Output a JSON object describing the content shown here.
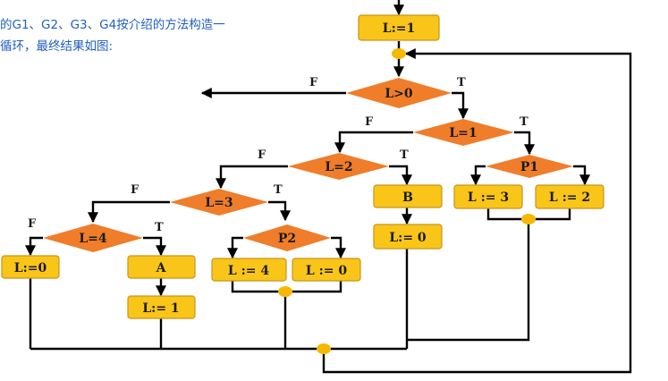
{
  "intro": {
    "line1": "的G1、G2、G3、G4按介绍的方法构造一",
    "line2": "循环，最终结果如图:"
  },
  "colors": {
    "box_fill": "#f9c518",
    "box_stroke": "#c8941b",
    "diamond_fill": "#ef7d2a",
    "junction": "#f6b800",
    "line": "#000000"
  },
  "nodes": {
    "init": "L:=1",
    "d_l_gt_0": "L>0",
    "d_l_eq_1": "L=1",
    "d_l_eq_2": "L=2",
    "d_l_eq_3": "L=3",
    "d_l_eq_4": "L=4",
    "d_p1": "P1",
    "d_p2": "P2",
    "box_l_assign_3": "L := 3",
    "box_l_assign_2": "L := 2",
    "box_b": "B",
    "box_b_l_0": "L:= 0",
    "box_p2_l_4": "L := 4",
    "box_p2_l_0": "L := 0",
    "box_l4_false": "L:=0",
    "box_a": "A",
    "box_a_l_1": "L:= 1"
  },
  "labels": {
    "true": "T",
    "false": "F"
  }
}
